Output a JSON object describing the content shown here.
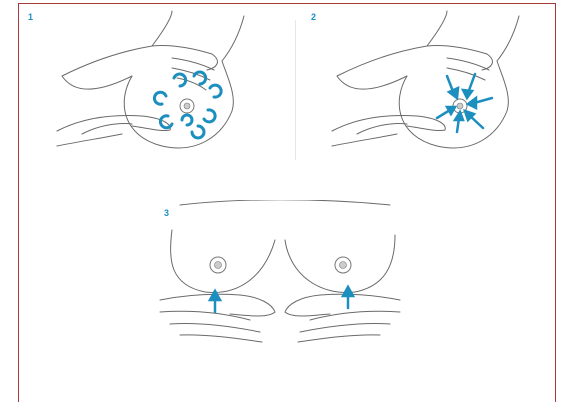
{
  "steps": [
    {
      "number": "1",
      "gesture": "circular-massage"
    },
    {
      "number": "2",
      "gesture": "press-toward-nipple"
    },
    {
      "number": "3",
      "gesture": "lift-from-below"
    }
  ],
  "colors": {
    "frame": "#a43a3a",
    "arrow": "#1c8fbf",
    "line": "#6a6a6a"
  }
}
